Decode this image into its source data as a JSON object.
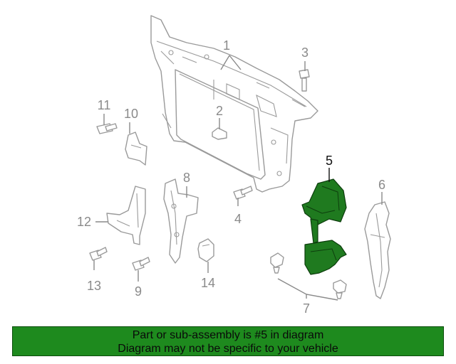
{
  "colors": {
    "highlight_part": "#1f7a1f",
    "banner_background": "#1e8a1e",
    "line_art": "#9a9a9a",
    "label_gray": "#8a8a8a",
    "label_active": "#111111"
  },
  "highlighted_part": "5",
  "callouts": {
    "c1": "1",
    "c2": "2",
    "c3": "3",
    "c4": "4",
    "c5": "5",
    "c6": "6",
    "c7": "7",
    "c8": "8",
    "c9": "9",
    "c10": "10",
    "c11": "11",
    "c12": "12",
    "c13": "13",
    "c14": "14"
  },
  "banner": {
    "line1": "Part or sub-assembly is #5 in diagram",
    "line2": "Diagram may not be specific to your vehicle"
  }
}
